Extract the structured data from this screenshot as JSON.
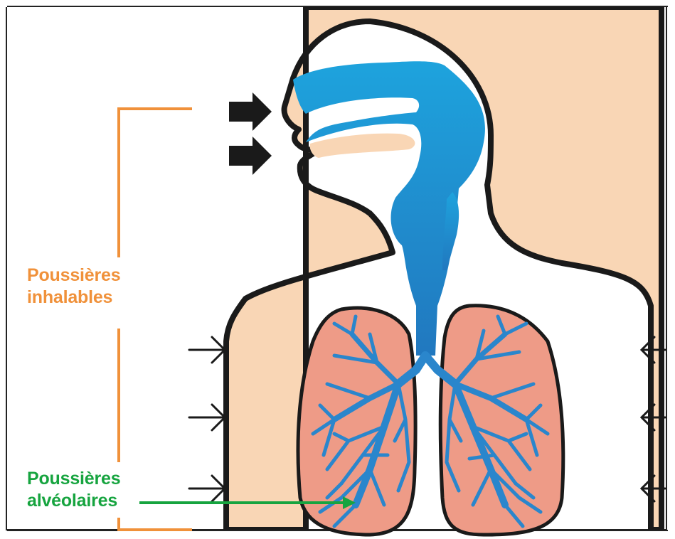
{
  "labels": {
    "inhalable_line1": "Poussières",
    "inhalable_line2": "inhalables",
    "alveolar_line1": "Poussières",
    "alveolar_line2": "alvéolaires"
  },
  "colors": {
    "skin": "#f9d6b5",
    "airway": "#1e88cf",
    "lung": "#ee9b87",
    "outline": "#1a1a1a",
    "inhalable_label": "#f0913a",
    "alveolar_label": "#16a43f"
  },
  "icons": [
    "inhale-arrow-icon",
    "pressure-arrow-icon",
    "pointer-arrow-icon"
  ]
}
